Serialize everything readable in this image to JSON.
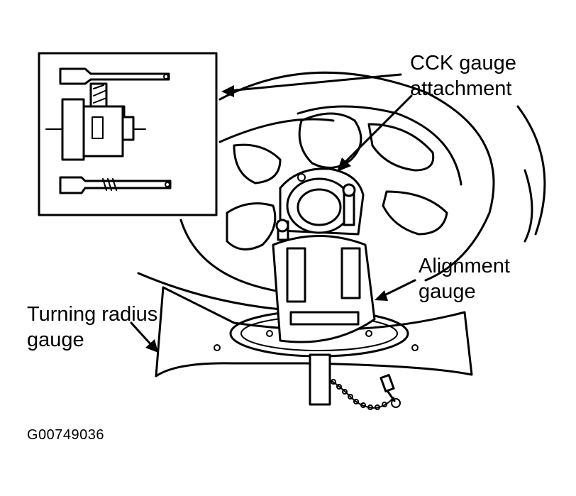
{
  "labels": {
    "cck_line1": "CCK gauge",
    "cck_line2": "attachment",
    "align_line1": "Alignment",
    "align_line2": "gauge",
    "turn_line1": "Turning radius",
    "turn_line2": "gauge"
  },
  "figure_code": "G00749036"
}
